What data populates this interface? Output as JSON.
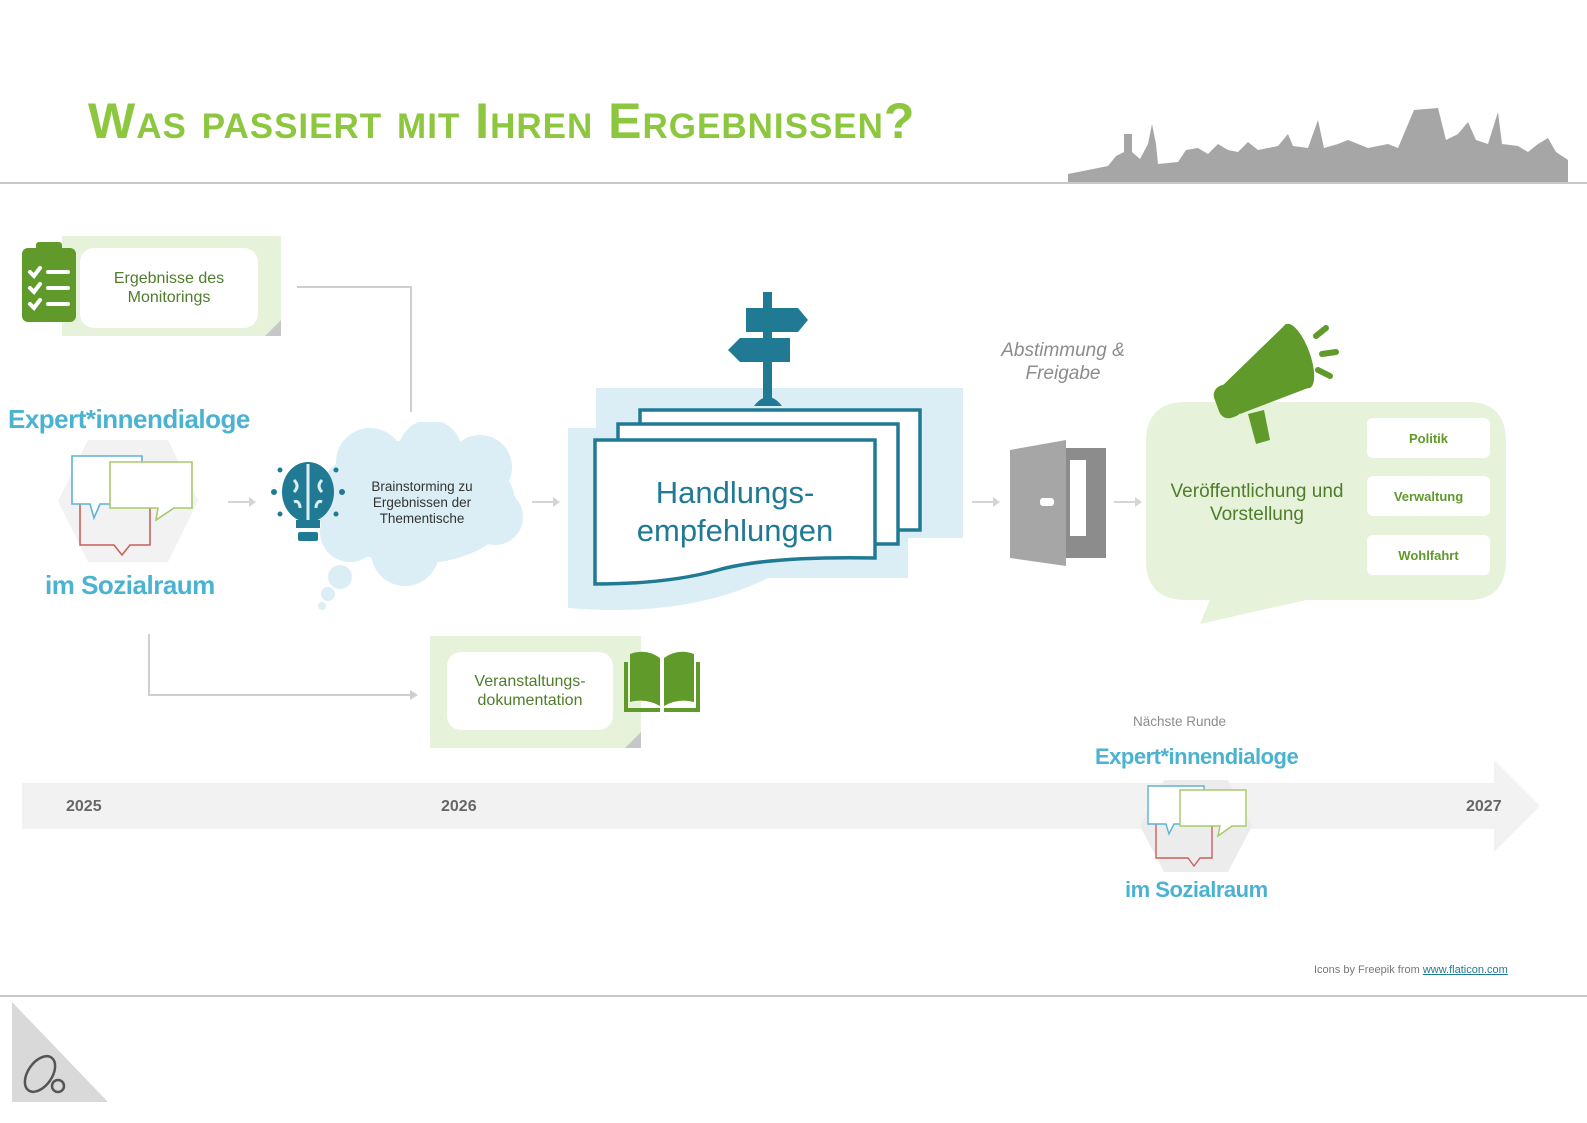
{
  "title": "Was passiert mit Ihren Ergebnissen?",
  "monitoring": {
    "label": "Ergebnisse des Monitorings"
  },
  "expert_dialog": {
    "top": "Expert*innendialoge",
    "bottom": "im Sozialraum"
  },
  "brainstorming": {
    "label": "Brainstorming zu Ergebnissen der Thementische"
  },
  "recommendations": {
    "line1": "Handlungs-",
    "line2": "empfehlungen"
  },
  "approval": {
    "line1": "Abstimmung &",
    "line2": "Freigabe"
  },
  "publication": {
    "label": "Veröffentlichung und Vorstellung",
    "targets": [
      "Politik",
      "Verwaltung",
      "Wohlfahrt"
    ]
  },
  "documentation": {
    "label": "Veranstaltungs-dokumentation"
  },
  "next_round": {
    "label": "Nächste Runde",
    "top": "Expert*innendialoge",
    "bottom": "im Sozialraum"
  },
  "timeline": {
    "years": [
      "2025",
      "2026",
      "2027"
    ]
  },
  "credit": {
    "text": "Icons by Freepik from ",
    "link": "www.flaticon.com"
  },
  "colors": {
    "green": "#8dc63f",
    "teal": "#217a94",
    "light_blue": "#4bb3d1"
  }
}
